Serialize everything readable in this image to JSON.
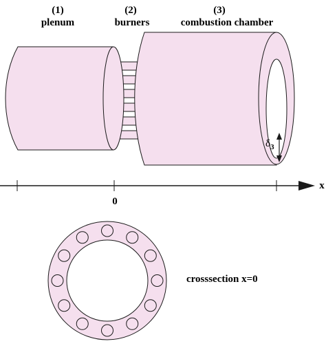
{
  "labels": {
    "plenum_num": "(1)",
    "plenum": "plenum",
    "burners_num": "(2)",
    "burners": "burners",
    "chamber_num": "(3)",
    "chamber": "combustion chamber",
    "axis_x": "x",
    "origin": "0",
    "delta_symbol": "δ",
    "delta_sub": "3",
    "crosssection": "crosssection x=0"
  },
  "colors": {
    "fill": "#f5dfee",
    "stroke": "#1a1a1a",
    "background": "#ffffff"
  },
  "crosssection": {
    "burner_count": 12
  }
}
